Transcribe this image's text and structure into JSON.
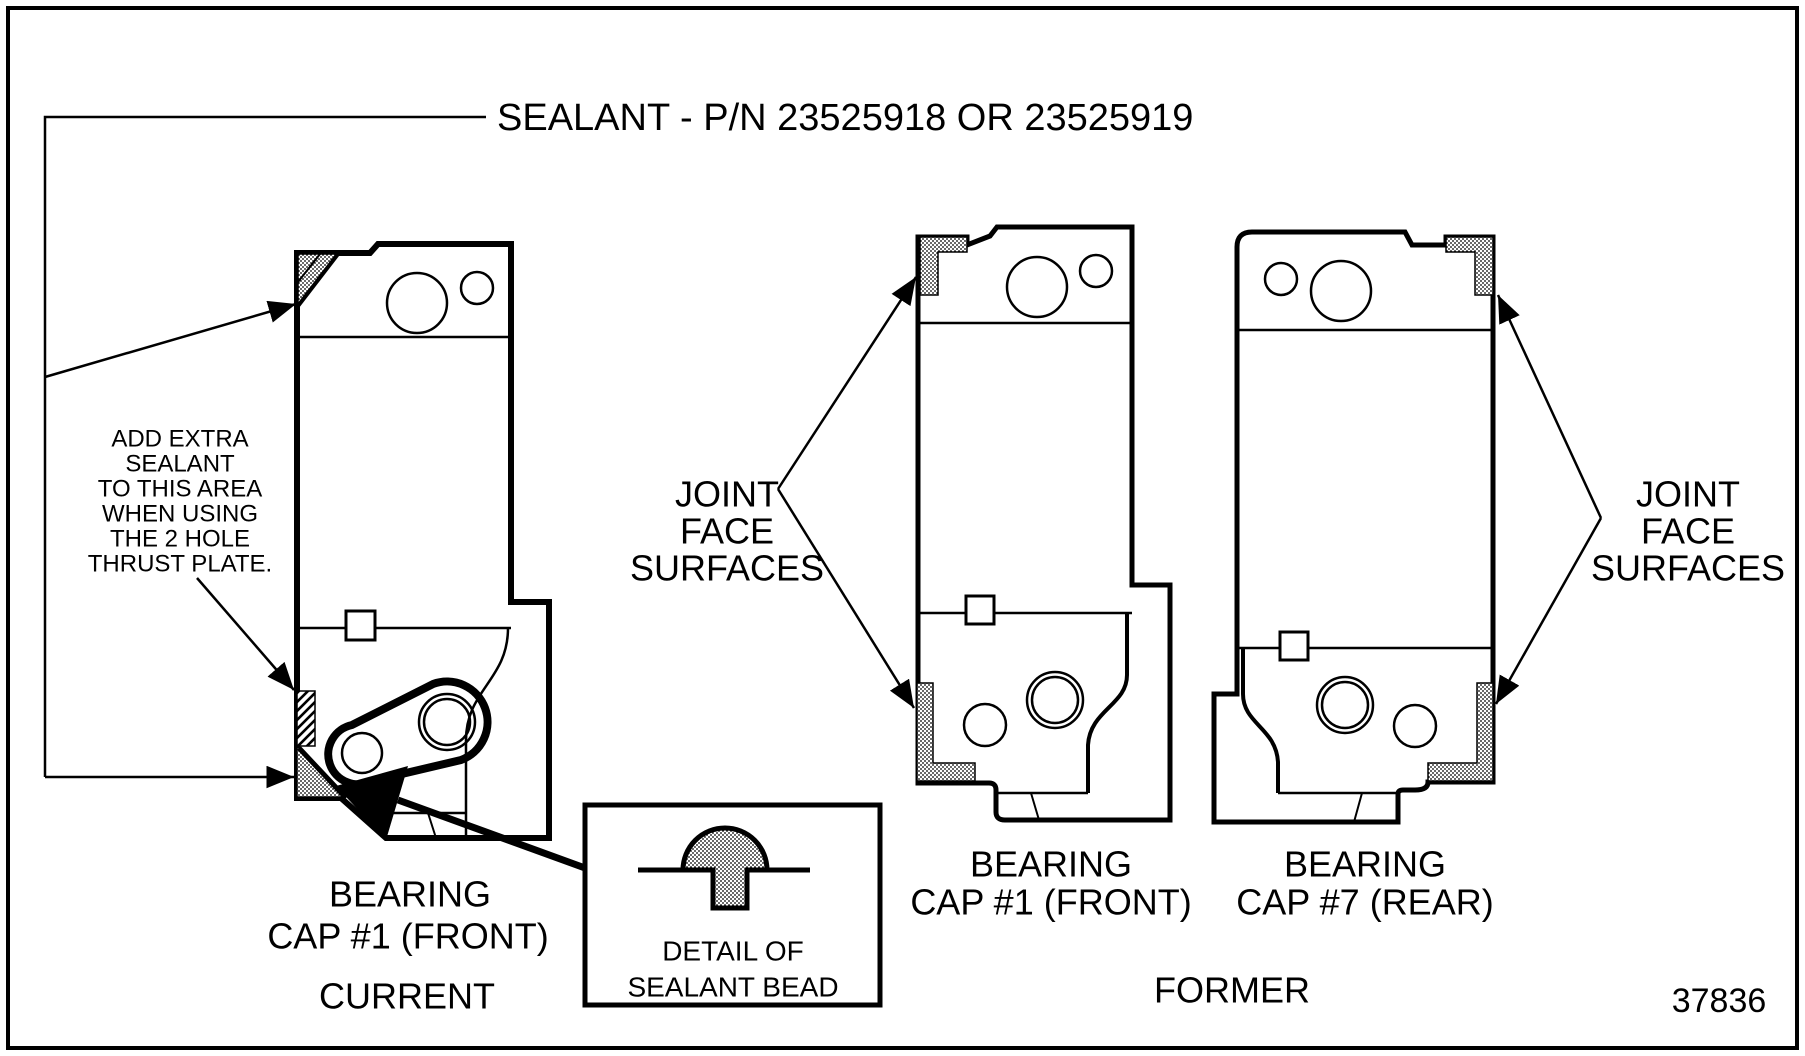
{
  "figure": {
    "title": "SEALANT - P/N 23525918 OR 23525919",
    "figure_number": "37836",
    "colors": {
      "line": "#000000",
      "background": "#ffffff",
      "sealant_stipple": "#6e6e6e"
    }
  },
  "notes": {
    "extra_sealant": {
      "lines": [
        "ADD EXTRA",
        "SEALANT",
        "TO THIS AREA",
        "WHEN USING",
        "THE 2 HOLE",
        "THRUST PLATE."
      ]
    },
    "joint_face_left": {
      "lines": [
        "JOINT",
        "FACE",
        "SURFACES"
      ]
    },
    "joint_face_right": {
      "lines": [
        "JOINT",
        "FACE",
        "SURFACES"
      ]
    },
    "detail_box": {
      "lines": [
        "DETAIL OF",
        "SEALANT BEAD"
      ]
    }
  },
  "caps": {
    "current_front": {
      "label_lines": [
        "BEARING",
        "CAP #1 (FRONT)"
      ],
      "group_label": "CURRENT"
    },
    "former_front": {
      "label_lines": [
        "BEARING",
        "CAP #1 (FRONT)"
      ]
    },
    "former_rear": {
      "label_lines": [
        "BEARING",
        "CAP #7 (REAR)"
      ]
    },
    "former_group_label": "FORMER"
  }
}
